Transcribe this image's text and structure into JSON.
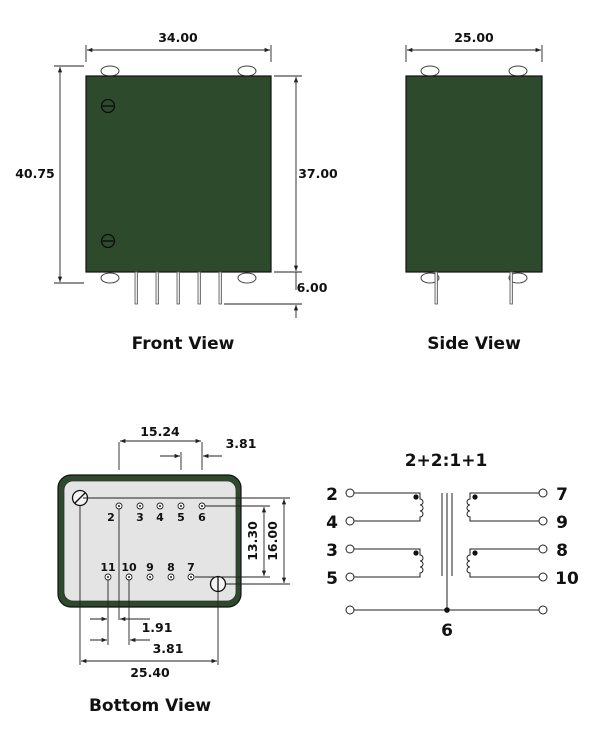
{
  "front_view": {
    "title": "Front View",
    "width_dim": "34.00",
    "height_dim": "40.75",
    "body_height_dim": "37.00",
    "pin_length_dim": "6.00"
  },
  "side_view": {
    "title": "Side View",
    "width_dim": "25.00"
  },
  "bottom_view": {
    "title": "Bottom View",
    "pitch_dim": "15.24",
    "offset_dim": "3.81",
    "row_spacing_dim": "13.30",
    "depth_dim": "16.00",
    "pin_offset_dim": "1.91",
    "pin_offset2_dim": "3.81",
    "span_dim": "25.40",
    "top_pins": [
      "2",
      "3",
      "4",
      "5",
      "6"
    ],
    "bottom_pins": [
      "11",
      "10",
      "9",
      "8",
      "7"
    ]
  },
  "schematic": {
    "ratio": "2+2:1+1",
    "primary_pins": [
      "2",
      "4",
      "3",
      "5"
    ],
    "secondary_pins": [
      "7",
      "9",
      "8",
      "10"
    ],
    "center_pin": "6"
  }
}
